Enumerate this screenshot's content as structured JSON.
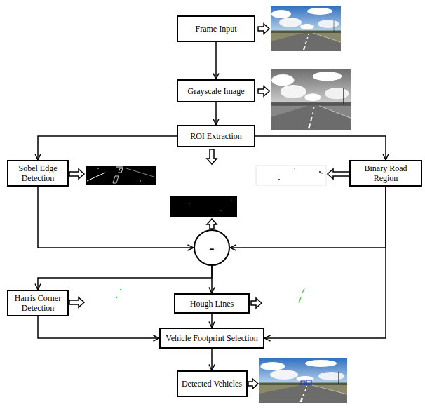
{
  "diagram": {
    "nodes": [
      {
        "text": [
          "Frame Input"
        ]
      },
      {
        "text": [
          "Grayscale Image"
        ]
      },
      {
        "text": [
          "ROI Extraction"
        ]
      },
      {
        "text": [
          "Sobel Edge Detection"
        ]
      },
      {
        "text": [
          "Binary Road Region"
        ]
      },
      {
        "text": [
          "-"
        ]
      },
      {
        "text": [
          "Harris Corner Detection"
        ]
      },
      {
        "text": [
          "Hough Lines"
        ]
      },
      {
        "text": [
          "Vehicle Footprint Selection"
        ]
      },
      {
        "text": [
          "Detected Vehicles"
        ]
      }
    ],
    "edges": [
      {
        "from": 0,
        "to": 1,
        "arrow": "to"
      },
      {
        "from": 1,
        "to": 2,
        "arrow": "to"
      },
      {
        "from": 2,
        "to": 3,
        "arrow": "to"
      },
      {
        "from": 2,
        "to": 4,
        "arrow": "to"
      },
      {
        "from": 3,
        "to": 5,
        "arrow": "to"
      },
      {
        "from": 4,
        "to": 5,
        "arrow": "to"
      },
      {
        "from": 5,
        "to": 6,
        "arrow": "to"
      },
      {
        "from": 5,
        "to": 7,
        "arrow": "to"
      },
      {
        "from": 6,
        "to": 8,
        "arrow": "to"
      },
      {
        "from": 7,
        "to": 8,
        "arrow": "to"
      },
      {
        "from": 4,
        "to": 8,
        "arrow": "to"
      },
      {
        "from": 8,
        "to": 9,
        "arrow": "to"
      }
    ]
  }
}
